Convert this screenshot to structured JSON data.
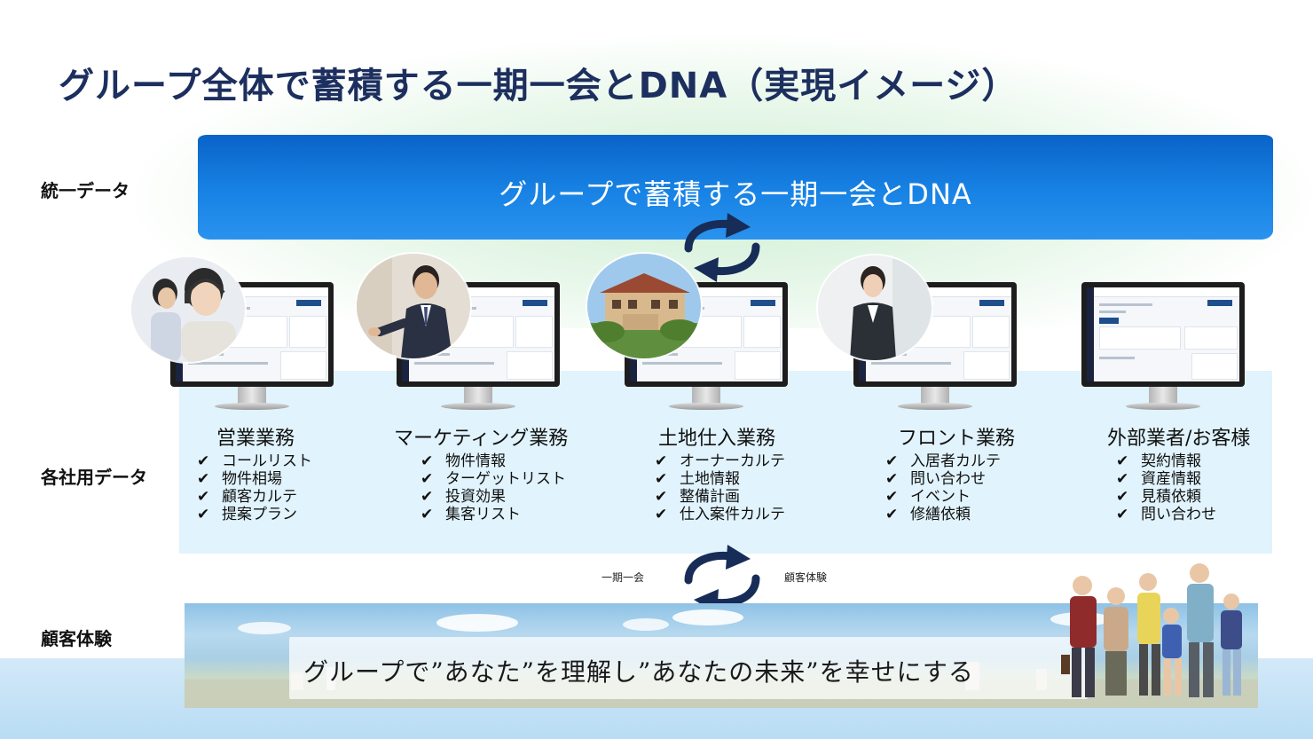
{
  "title": "グループ全体で蓄積する一期一会とDNA（実現イメージ）",
  "row_labels": {
    "unified": "統一データ",
    "company": "各社用データ",
    "experience": "顧客体験"
  },
  "unified_band_text": "グループで蓄積する一期一会とDNA",
  "columns": [
    {
      "title": "営業業務",
      "items": [
        "コールリスト",
        "物件相場",
        "顧客カルテ",
        "提案プラン"
      ]
    },
    {
      "title": "マーケティング業務",
      "items": [
        "物件情報",
        "ターゲットリスト",
        "投資効果",
        "集客リスト"
      ]
    },
    {
      "title": "土地仕入業務",
      "items": [
        "オーナーカルテ",
        "土地情報",
        "整備計画",
        "仕入案件カルテ"
      ]
    },
    {
      "title": "フロント業務",
      "items": [
        "入居者カルテ",
        "問い合わせ",
        "イベント",
        "修繕依頼"
      ]
    },
    {
      "title": "外部業者/お客様",
      "items": [
        "契約情報",
        "資産情報",
        "見積依頼",
        "問い合わせ"
      ]
    }
  ],
  "check_mark": "✔",
  "cycle_labels": {
    "left": "一期一会",
    "right": "顧客体験"
  },
  "experience_caption": "グループで”あなた”を理解し”あなたの未来”を幸せにする",
  "colors": {
    "title": "#1c2f5e",
    "band_blue": "#1577d8",
    "panel": "#e1f3fc",
    "arrows": "#172c57"
  }
}
